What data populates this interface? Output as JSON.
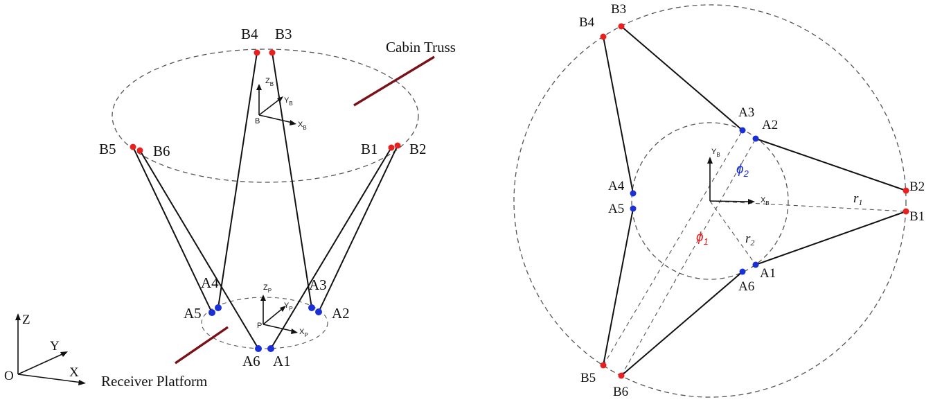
{
  "left": {
    "cabin_truss_label": "Cabin Truss",
    "receiver_platform_label": "Receiver Platform",
    "frame_B": {
      "origin": "B",
      "x": "X",
      "x_sub": "B",
      "y": "Y",
      "y_sub": "B",
      "z": "Z",
      "z_sub": "B"
    },
    "frame_P": {
      "origin": "P",
      "x": "X",
      "x_sub": "P",
      "y": "Y",
      "y_sub": "P",
      "z": "Z",
      "z_sub": "P"
    },
    "frame_O": {
      "origin": "O",
      "x": "X",
      "y": "Y",
      "z": "Z"
    },
    "points": {
      "B1": "B1",
      "B2": "B2",
      "B3": "B3",
      "B4": "B4",
      "B5": "B5",
      "B6": "B6",
      "A1": "A1",
      "A2": "A2",
      "A3": "A3",
      "A4": "A4",
      "A5": "A5",
      "A6": "A6"
    }
  },
  "right": {
    "frame_B": {
      "x": "X",
      "x_sub": "B",
      "y": "Y",
      "y_sub": "B"
    },
    "phi1": "ϕ",
    "phi1_sub": "1",
    "phi2": "ϕ",
    "phi2_sub": "2",
    "r1": "r",
    "r1_sub": "1",
    "r2": "r",
    "r2_sub": "2",
    "points": {
      "B1": "B1",
      "B2": "B2",
      "B3": "B3",
      "B4": "B4",
      "B5": "B5",
      "B6": "B6",
      "A1": "A1",
      "A2": "A2",
      "A3": "A3",
      "A4": "A4",
      "A5": "A5",
      "A6": "A6"
    }
  },
  "colors": {
    "anchor_B": "#e8201f",
    "anchor_A": "#1a2fd6",
    "truss": "#7a1018",
    "phi1": "#e8201f",
    "phi2": "#1a2fd6"
  }
}
